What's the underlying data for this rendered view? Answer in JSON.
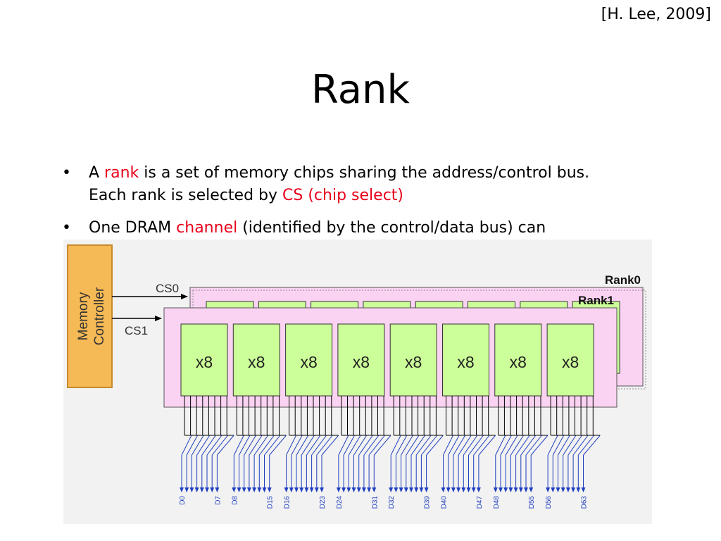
{
  "citation": "[H. Lee, 2009]",
  "title": "Rank",
  "bullets": [
    {
      "pre": "A ",
      "hl": "rank",
      "mid": " is a set of memory chips sharing the address/control bus.",
      "line2_pre": "Each rank is selected by ",
      "line2_hl": "CS (chip select)"
    },
    {
      "pre": "One DRAM ",
      "hl": "channel",
      "post": " (identified by the control/data bus) can"
    }
  ],
  "diagram": {
    "controller_label_line1": "Memory",
    "controller_label_line2": "Controller",
    "signals": [
      "CS0",
      "CS1"
    ],
    "ranks": [
      "Rank0",
      "Rank1"
    ],
    "chip_label": "x8",
    "chip_count": 8,
    "data_labels": [
      "D0",
      "D7",
      "D8",
      "D15",
      "D16",
      "D23",
      "D24",
      "D31",
      "D32",
      "D39",
      "D40",
      "D47",
      "D48",
      "D55",
      "D56",
      "D63"
    ],
    "colors": {
      "controller": "#f5b955",
      "rank_fill": "#fbd3f2",
      "chip_fill": "#ccff99",
      "bus": "#1f3fbf",
      "text_red": "#e8001a"
    }
  }
}
